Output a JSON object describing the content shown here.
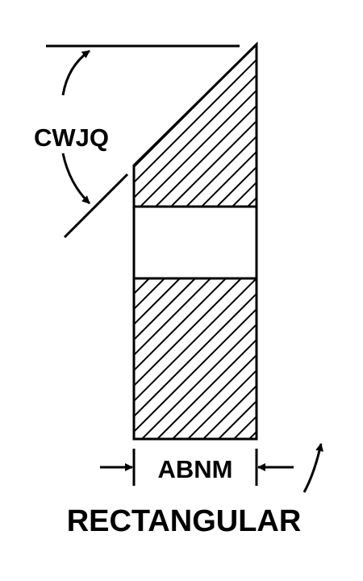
{
  "diagram": {
    "angle_label": "CWJQ",
    "width_label": "ABNM",
    "caption": "RECTANGULAR"
  }
}
